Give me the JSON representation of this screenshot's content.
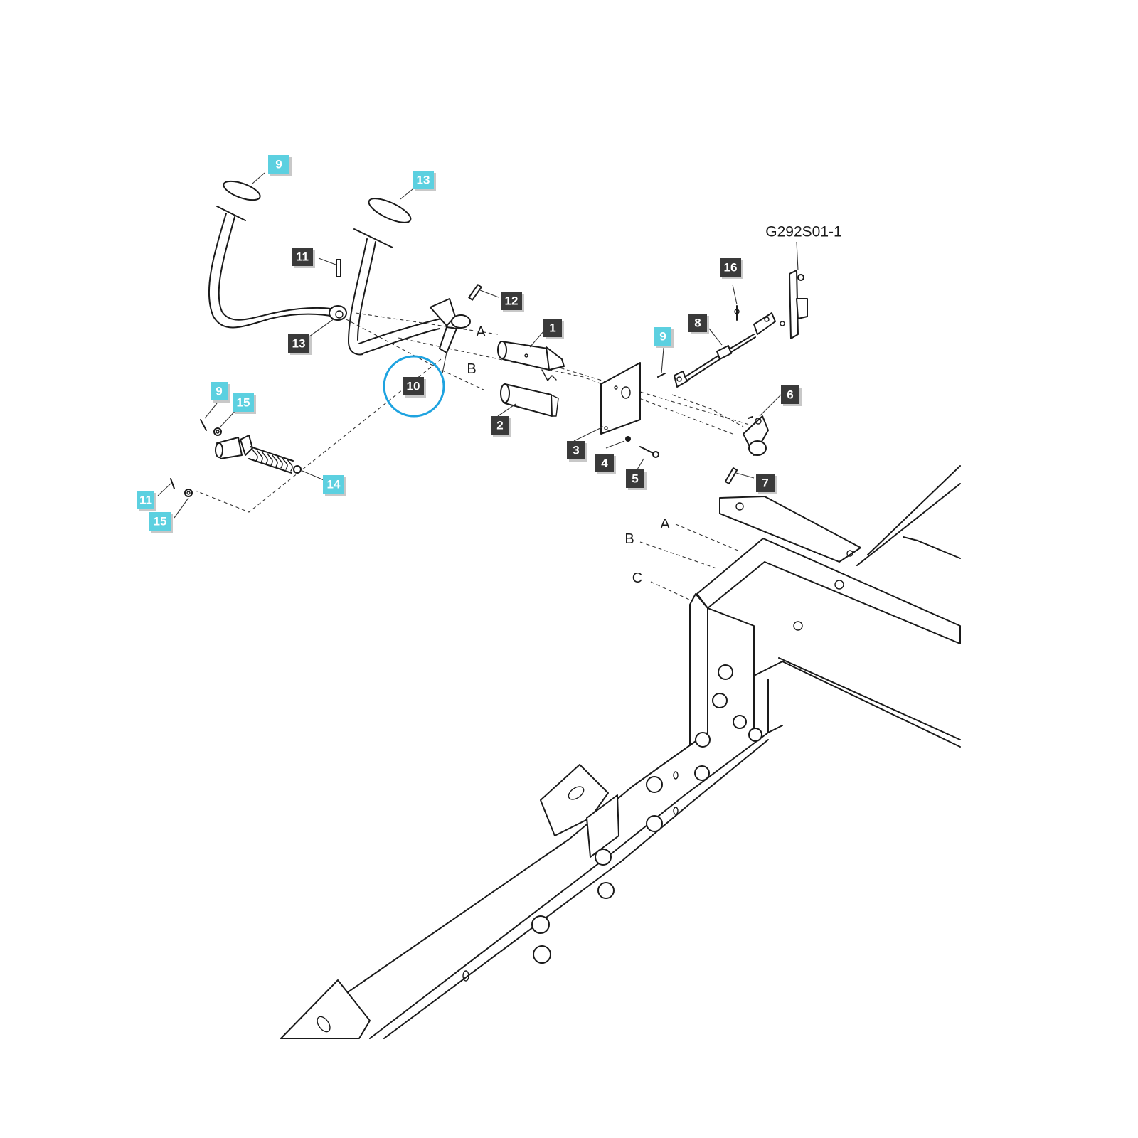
{
  "reference_code": "G292S01-1",
  "callouts": [
    {
      "id": "c1",
      "label": "1",
      "style": "dark"
    },
    {
      "id": "c2",
      "label": "2",
      "style": "dark"
    },
    {
      "id": "c3",
      "label": "3",
      "style": "dark"
    },
    {
      "id": "c4",
      "label": "4",
      "style": "dark"
    },
    {
      "id": "c5",
      "label": "5",
      "style": "dark"
    },
    {
      "id": "c6",
      "label": "6",
      "style": "dark"
    },
    {
      "id": "c7",
      "label": "7",
      "style": "dark"
    },
    {
      "id": "c8",
      "label": "8",
      "style": "dark"
    },
    {
      "id": "c9a",
      "label": "9",
      "style": "highlight"
    },
    {
      "id": "c9b",
      "label": "9",
      "style": "highlight"
    },
    {
      "id": "c9c",
      "label": "9",
      "style": "highlight"
    },
    {
      "id": "c10",
      "label": "10",
      "style": "dark",
      "circled": true
    },
    {
      "id": "c11a",
      "label": "11",
      "style": "dark"
    },
    {
      "id": "c11b",
      "label": "11",
      "style": "dark"
    },
    {
      "id": "c12",
      "label": "12",
      "style": "dark"
    },
    {
      "id": "c13a",
      "label": "13",
      "style": "highlight"
    },
    {
      "id": "c13b",
      "label": "13",
      "style": "highlight"
    },
    {
      "id": "c14",
      "label": "14",
      "style": "highlight"
    },
    {
      "id": "c15a",
      "label": "15",
      "style": "highlight"
    },
    {
      "id": "c15b",
      "label": "15",
      "style": "highlight"
    },
    {
      "id": "c16",
      "label": "16",
      "style": "dark"
    }
  ],
  "alignment_letters": {
    "top_a": "A",
    "top_b": "B",
    "frame_a": "A",
    "frame_b": "B",
    "frame_c": "C"
  },
  "colors": {
    "dark_tag": "#3a3a3a",
    "highlight_tag": "#5cd0e0",
    "selection_circle": "#1ea3e0",
    "line": "#1a1a1a"
  }
}
